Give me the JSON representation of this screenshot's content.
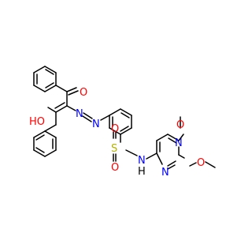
{
  "molecule": {
    "atoms": {
      "o_keto": "O",
      "ho": "HO",
      "n_azo_1": "N",
      "n_azo_2": "N",
      "s": "S",
      "o_s_top": "O",
      "o_s_bottom": "O",
      "nh": "N",
      "h": "H",
      "o_methoxy_top": "O",
      "o_methoxy_right": "O",
      "n_pyr_1": "N",
      "n_pyr_2": "N"
    }
  },
  "colors": {
    "bond": "#000000",
    "oxygen": "#ff0000",
    "nitrogen": "#0000ff",
    "sulfur": "#b3b300",
    "hydrogen": "#000000"
  }
}
